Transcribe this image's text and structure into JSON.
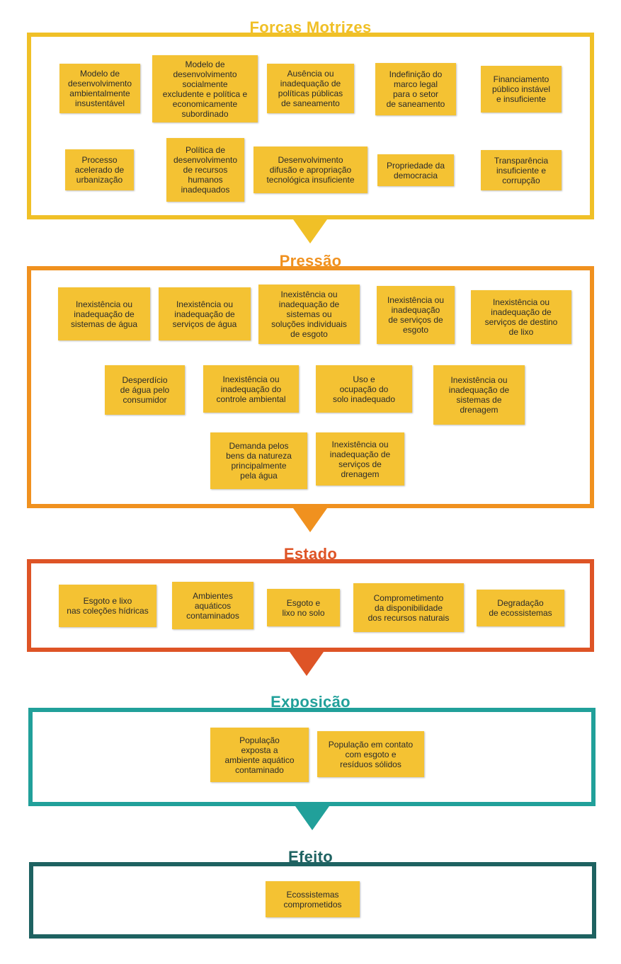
{
  "colors": {
    "forcas": "#f0c027",
    "pressao": "#f0911f",
    "estado": "#de5426",
    "exposicao": "#21a09a",
    "efeito": "#1e6261",
    "box": "#f4c233"
  },
  "sections": {
    "forcas": {
      "title": "Forças Motrizes",
      "items": [
        "Modelo de\ndesenvolvimento\nambientalmente\ninsustentável",
        "Modelo de\ndesenvolvimento\nsocialmente\nexcludente e política e\neconomicamente\nsubordinado",
        "Ausência ou\ninadequação de\npolíticas públicas\nde saneamento",
        "Indefinição do\nmarco legal\npara o setor\nde saneamento",
        "Financiamento\npúblico instável\ne insuficiente",
        "Processo\nacelerado de\nurbanização",
        "Política de\ndesenvolvimento\nde recursos\nhumanos\ninadequados",
        "Desenvolvimento\ndifusão e apropriação\ntecnológica insuficiente",
        "Propriedade da\ndemocracia",
        "Transparência\ninsuficiente e\ncorrupção"
      ]
    },
    "pressao": {
      "title": "Pressão",
      "items": [
        "Inexistência ou\ninadequação de\nsistemas de água",
        "Inexistência ou\ninadequação de\nserviços de água",
        "Inexistência ou\ninadequação de\nsistemas ou\nsoluções individuais\nde esgoto",
        "Inexistência ou\ninadequação\nde serviços de\nesgoto",
        "Inexistência ou\ninadequação de\nserviços de destino\nde lixo",
        "Desperdício\nde água pelo\nconsumidor",
        "Inexistência ou\ninadequação do\ncontrole ambiental",
        "Uso e\nocupação do\nsolo inadequado",
        "Inexistência ou\ninadequação de\nsistemas de\ndrenagem",
        "Demanda pelos\nbens da natureza\nprincipalmente\npela água",
        "Inexistência ou\ninadequação de\nserviços de\ndrenagem"
      ]
    },
    "estado": {
      "title": "Estado",
      "items": [
        "Esgoto e lixo\nnas coleções hídricas",
        "Ambientes\naquáticos\ncontaminados",
        "Esgoto e\nlixo no solo",
        "Comprometimento\nda disponibilidade\ndos recursos naturais",
        "Degradação\nde ecossistemas"
      ]
    },
    "exposicao": {
      "title": "Exposição",
      "items": [
        "População\nexposta a\nambiente aquático\ncontaminado",
        "População em contato\ncom esgoto e\nresíduos sólidos"
      ]
    },
    "efeito": {
      "title": "Efeito",
      "items": [
        "Ecossistemas\ncomprometidos"
      ]
    }
  }
}
